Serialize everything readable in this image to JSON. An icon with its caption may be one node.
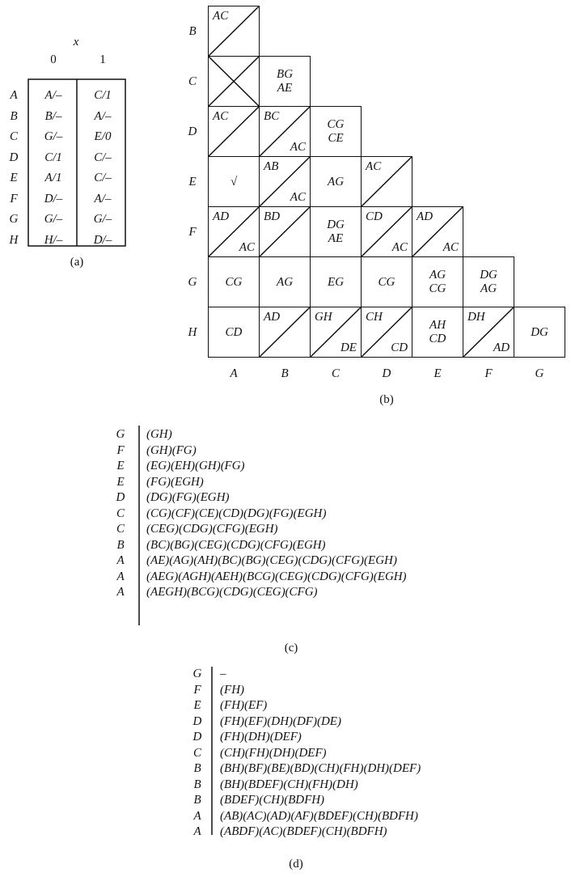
{
  "diagram": {
    "nodes": [
      {
        "text": [
          "AC"
        ]
      },
      {
        "text": [],
        "shape": "box"
      },
      {
        "text": [
          "BG",
          "AE"
        ]
      },
      {
        "text": [
          "AC"
        ]
      },
      {
        "text": [
          "BC",
          "AC"
        ]
      },
      {
        "text": [
          "CG",
          "CE"
        ]
      },
      {
        "text": [
          "√"
        ]
      },
      {
        "text": [
          "AB",
          "AC"
        ]
      },
      {
        "text": [
          "AG"
        ]
      },
      {
        "text": [
          "AC"
        ]
      },
      {
        "text": [
          "AD",
          "AC"
        ]
      },
      {
        "text": [
          "BD"
        ]
      },
      {
        "text": [
          "DG",
          "AE"
        ]
      },
      {
        "text": [
          "CD",
          "AC"
        ]
      },
      {
        "text": [
          "AD",
          "AC"
        ]
      },
      {
        "text": [
          "CG"
        ]
      },
      {
        "text": [
          "AG"
        ]
      },
      {
        "text": [
          "EG"
        ]
      },
      {
        "text": [
          "CG"
        ]
      },
      {
        "text": [
          "AG",
          "CG"
        ]
      },
      {
        "text": [
          "DG",
          "AG"
        ]
      },
      {
        "text": [
          "CD"
        ]
      },
      {
        "text": [
          "AD"
        ]
      },
      {
        "text": [
          "GH",
          "DE"
        ]
      },
      {
        "text": [
          "CH",
          "CD"
        ]
      },
      {
        "text": [
          "AH",
          "CD"
        ]
      },
      {
        "text": [
          "DH",
          "AD"
        ]
      },
      {
        "text": [
          "DG"
        ]
      }
    ],
    "labels": [
      "x",
      "0",
      "1",
      "A",
      "A/–",
      "C/1",
      "B",
      "B/–",
      "A/–",
      "C",
      "G/–",
      "E/0",
      "D",
      "C/1",
      "C/–",
      "E",
      "A/1",
      "C/–",
      "F",
      "D/–",
      "A/–",
      "G",
      "G/–",
      "G/–",
      "H",
      "H/–",
      "D/–",
      "(a)",
      "B",
      "C",
      "D",
      "E",
      "F",
      "G",
      "H",
      "A",
      "B",
      "C",
      "D",
      "E",
      "F",
      "G",
      "(b)",
      "G",
      "(GH)",
      "F",
      "(GH)(FG)",
      "E",
      "(EG)(EH)(GH)(FG)",
      "E",
      "(FG)(EGH)",
      "D",
      "(DG)(FG)(EGH)",
      "C",
      "(CG)(CF)(CE)(CD)(DG)(FG)(EGH)",
      "C",
      "(CEG)(CDG)(CFG)(EGH)",
      "B",
      "(BC)(BG)(CEG)(CDG)(CFG)(EGH)",
      "A",
      "(AE)(AG)(AH)(BC)(BG)(CEG)(CDG)(CFG)(EGH)",
      "A",
      "(AEG)(AGH)(AEH)(BCG)(CEG)(CDG)(CFG)(EGH)",
      "A",
      "(AEGH)(BCG)(CDG)(CEG)(CFG)",
      "(c)",
      "G",
      "–",
      "F",
      "(FH)",
      "E",
      "(FH)(EF)",
      "D",
      "(FH)(EF)(DH)(DF)(DE)",
      "D",
      "(FH)(DH)(DEF)",
      "C",
      "(CH)(FH)(DH)(DEF)",
      "B",
      "(BH)(BF)(BE)(BD)(CH)(FH)(DH)(DEF)",
      "B",
      "(BH)(BDEF)(CH)(FH)(DH)",
      "B",
      "(BDEF)(CH)(BDFH)",
      "A",
      "(AB)(AC)(AD)(AF)(BDEF)(CH)(BDFH)",
      "A",
      "(ABDF)(AC)(BDEF)(CH)(BDFH)",
      "(d)"
    ]
  }
}
